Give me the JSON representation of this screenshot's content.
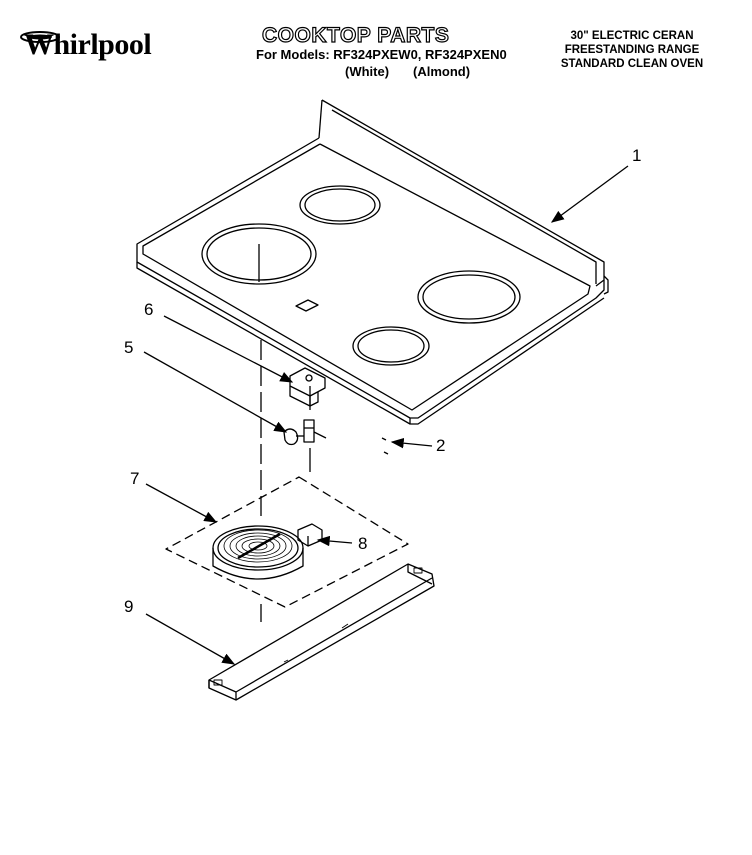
{
  "header": {
    "brand": "Whirlpool",
    "title": "COOKTOP PARTS",
    "models_line": "For Models: RF324PXEW0, RF324PXEN0",
    "finish_white": "(White)",
    "finish_almond": "(Almond)",
    "description": [
      "30\" ELECTRIC CERAN",
      "FREESTANDING RANGE",
      "STANDARD CLEAN OVEN"
    ]
  },
  "callouts": {
    "c1": "1",
    "c2": "2",
    "c5": "5",
    "c6": "6",
    "c7": "7",
    "c8": "8",
    "c9": "9"
  }
}
